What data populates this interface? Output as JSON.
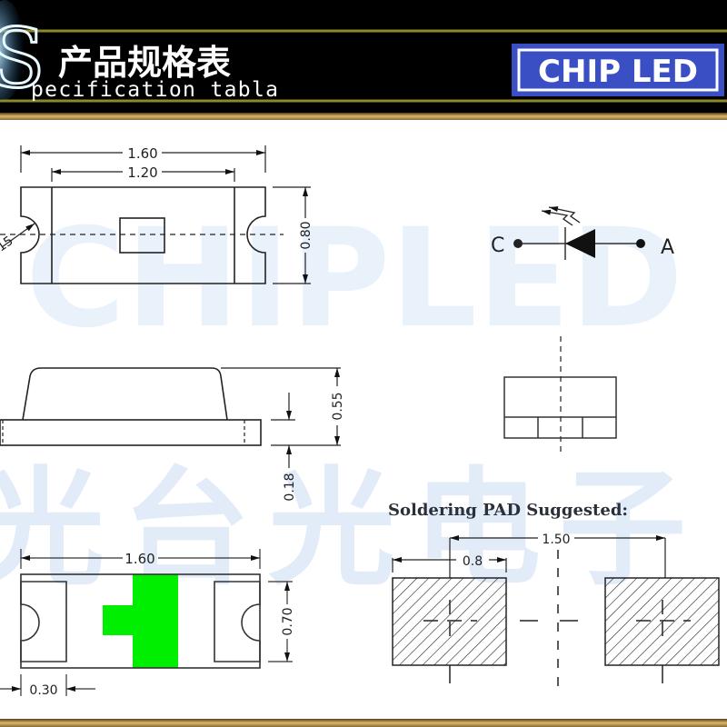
{
  "header": {
    "title_cn": "产品规格表",
    "subtitle": "pecification tabla",
    "badge": "CHIP LED",
    "badge_color": "#3a4fc4",
    "logo_glyph": "S"
  },
  "watermark": {
    "text_en": "CHIPLED",
    "text_cn": "光台光电子"
  },
  "top_view": {
    "length": "1.60",
    "inner_length": "1.20",
    "width": "0.80",
    "radius": "15"
  },
  "side_view": {
    "height": "0.55",
    "base_height": "0.18"
  },
  "bottom_view": {
    "length": "1.60",
    "width": "0.70",
    "pad_length": "0.30",
    "polarity_color": "#00ee00"
  },
  "symbol": {
    "cathode": "C",
    "anode": "A"
  },
  "solder_pad": {
    "title": "Soldering PAD Suggested:",
    "pitch": "1.50",
    "pad_width": "0.8"
  }
}
